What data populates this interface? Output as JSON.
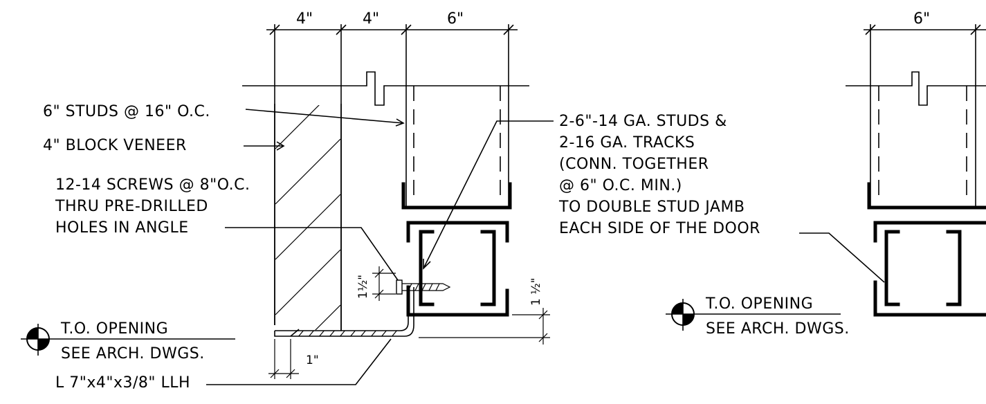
{
  "dimensions": {
    "left_4a": "4\"",
    "left_4b": "4\"",
    "left_6": "6\"",
    "right_6": "6\"",
    "one_half_a": "1½\"",
    "one_half_b": "1 ½\"",
    "one_inch": "1\""
  },
  "notes": {
    "studs": "6\" STUDS @ 16\" O.C.",
    "veneer": "4\" BLOCK VENEER",
    "screws_1": "12-14 SCREWS @ 8\"O.C.",
    "screws_2": "THRU PRE-DRILLED",
    "screws_3": "HOLES IN ANGLE",
    "jamb_1": "2-6\"-14 GA. STUDS &",
    "jamb_2": "2-16 GA. TRACKS",
    "jamb_3": "(CONN. TOGETHER",
    "jamb_4": "@ 6\" O.C. MIN.)",
    "jamb_5": "TO DOUBLE STUD JAMB",
    "jamb_6": "EACH SIDE OF THE DOOR",
    "angle": "L 7\"x4\"x3/8\" LLH"
  },
  "markers": {
    "left_1": "T.O. OPENING",
    "left_2": "SEE ARCH. DWGS.",
    "right_1": "T.O. OPENING",
    "right_2": "SEE ARCH. DWGS."
  }
}
